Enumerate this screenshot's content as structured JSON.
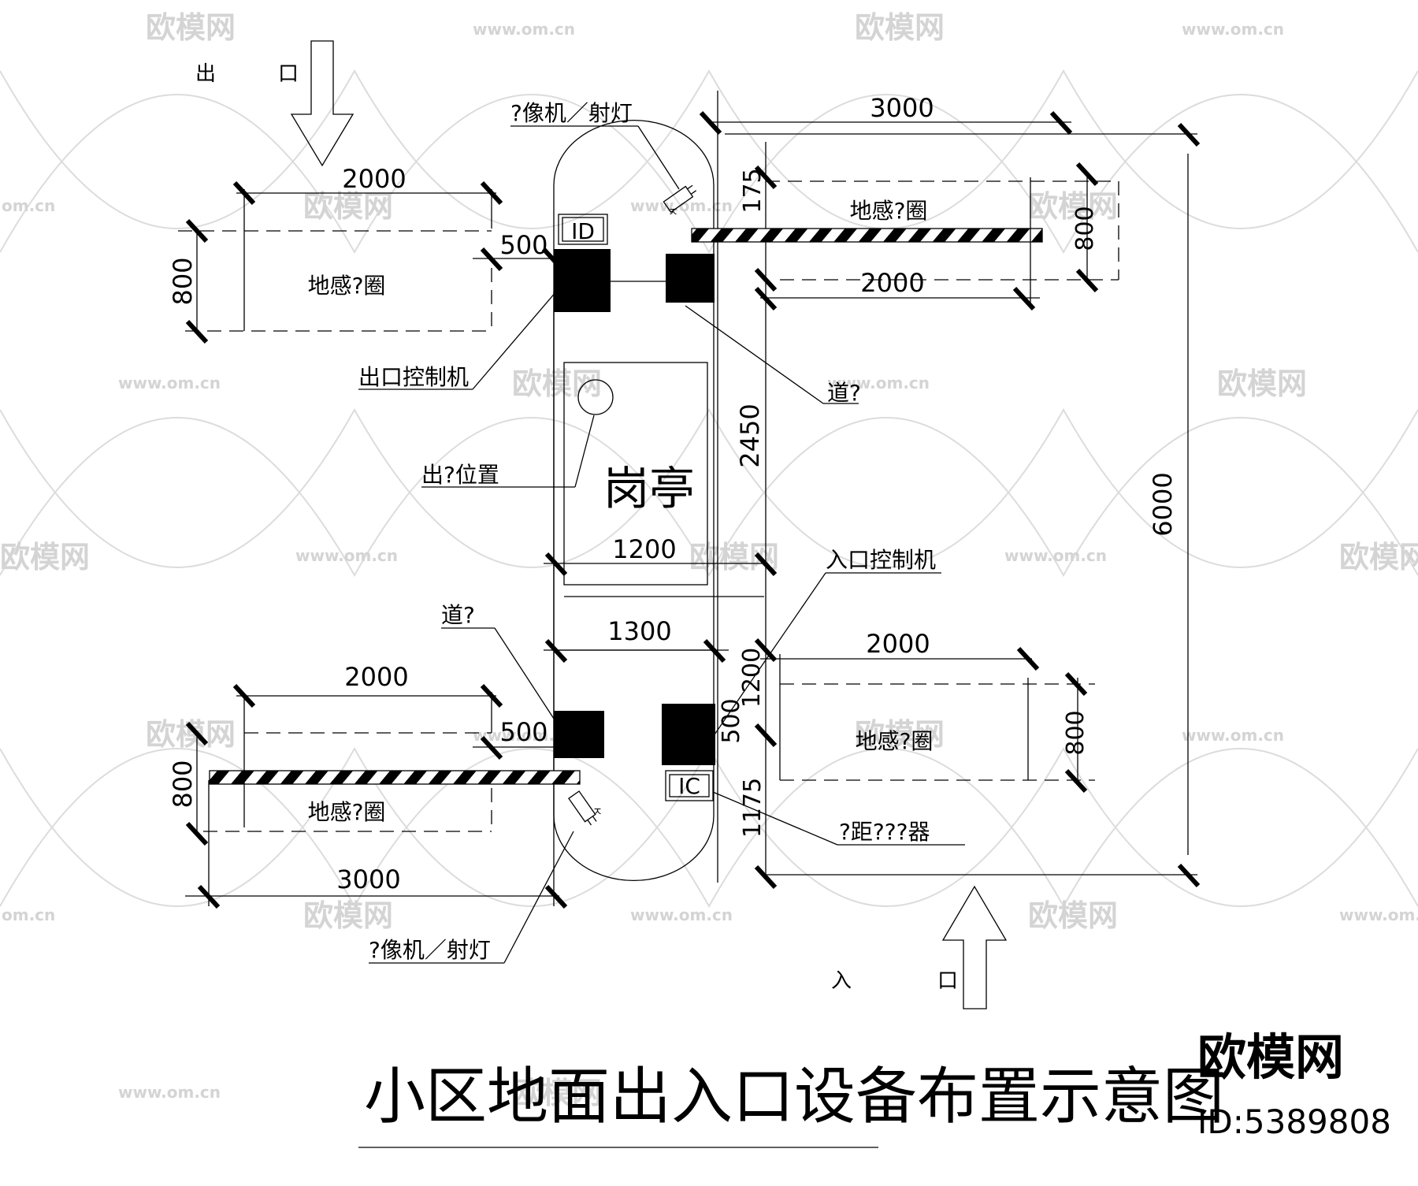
{
  "title": "小区地面出入口设备布置示意图",
  "brand_logo": "欧模网",
  "id_code": "ID:5389808",
  "watermark": {
    "logo": "欧模网",
    "url": "www.om.cn",
    "url_short": "om.cn"
  },
  "direction": {
    "exit": "出",
    "exit_suffix": "口",
    "entry": "入",
    "entry_suffix": "口"
  },
  "labels": {
    "camera_top": "?像机／射灯",
    "camera_bottom": "?像机／射灯",
    "loop_tl": "地感?圈",
    "loop_tr": "地感?圈",
    "loop_br": "地感?圈",
    "loop_bl": "地感?圈",
    "exit_controller": "出口控制机",
    "barrier_top": "道?",
    "exit_position": "出?位置",
    "booth": "岗亭",
    "entry_controller": "入口控制机",
    "barrier_bottom": "道?",
    "distance_reader": "?距???器",
    "id_box": "ID",
    "ic_box": "IC"
  },
  "dimensions": {
    "d3000_top": "3000",
    "d175": "175",
    "d2000_tl": "2000",
    "d500_top": "500",
    "d800_left_top": "800",
    "d800_right_top": "800",
    "d2000_tr": "2000",
    "d2450": "2450",
    "d6000": "6000",
    "d1200_h": "1200",
    "d1300": "1300",
    "d1200_v": "1200",
    "d500_mid": "500",
    "d2000_br": "2000",
    "d800_right_bot": "800",
    "d2000_bl": "2000",
    "d500_bot": "500",
    "d800_left_bot": "800",
    "d1175": "1175",
    "d3000_bot": "3000"
  }
}
